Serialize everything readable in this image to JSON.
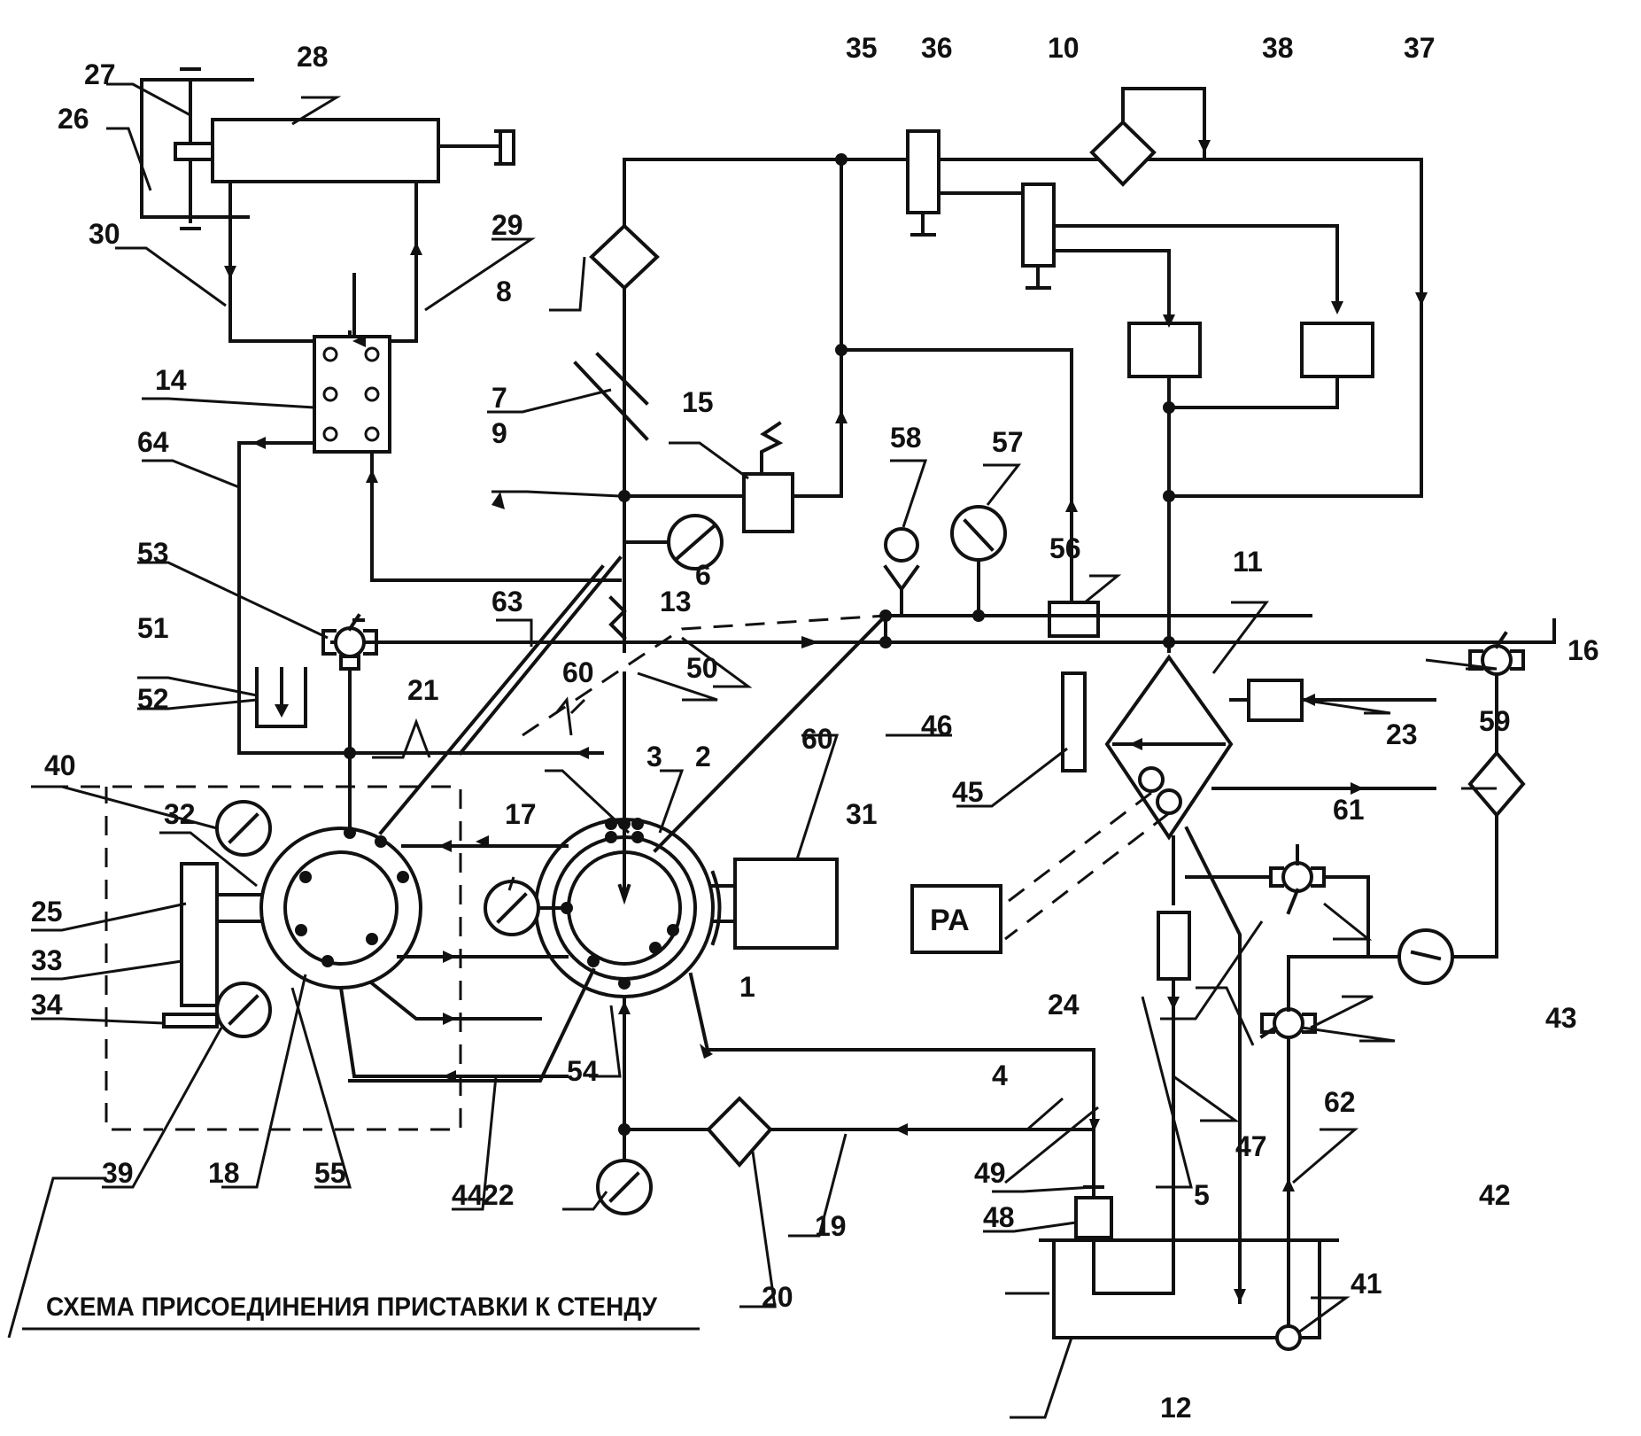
{
  "caption": "СХЕМА ПРИСОЕДИНЕНИЯ ПРИСТАВКИ  К СТЕНДУ",
  "instrument_label": "PA",
  "colors": {
    "line": "#111111",
    "background": "#ffffff"
  },
  "labels": [
    {
      "id": "1",
      "text": "1"
    },
    {
      "id": "2",
      "text": "2"
    },
    {
      "id": "3",
      "text": "3"
    },
    {
      "id": "4",
      "text": "4"
    },
    {
      "id": "5",
      "text": "5"
    },
    {
      "id": "6",
      "text": "6"
    },
    {
      "id": "7",
      "text": "7"
    },
    {
      "id": "8",
      "text": "8"
    },
    {
      "id": "9",
      "text": "9"
    },
    {
      "id": "10",
      "text": "10"
    },
    {
      "id": "11",
      "text": "11"
    },
    {
      "id": "12",
      "text": "12"
    },
    {
      "id": "13",
      "text": "13"
    },
    {
      "id": "14",
      "text": "14"
    },
    {
      "id": "15",
      "text": "15"
    },
    {
      "id": "16",
      "text": "16"
    },
    {
      "id": "17",
      "text": "17"
    },
    {
      "id": "18",
      "text": "18"
    },
    {
      "id": "19",
      "text": "19"
    },
    {
      "id": "20",
      "text": "20"
    },
    {
      "id": "21",
      "text": "21"
    },
    {
      "id": "22",
      "text": "22"
    },
    {
      "id": "23",
      "text": "23"
    },
    {
      "id": "24",
      "text": "24"
    },
    {
      "id": "25",
      "text": "25"
    },
    {
      "id": "26",
      "text": "26"
    },
    {
      "id": "27",
      "text": "27"
    },
    {
      "id": "28",
      "text": "28"
    },
    {
      "id": "29",
      "text": "29"
    },
    {
      "id": "30",
      "text": "30"
    },
    {
      "id": "31",
      "text": "31"
    },
    {
      "id": "32",
      "text": "32"
    },
    {
      "id": "33",
      "text": "33"
    },
    {
      "id": "34",
      "text": "34"
    },
    {
      "id": "35",
      "text": "35"
    },
    {
      "id": "36",
      "text": "36"
    },
    {
      "id": "37",
      "text": "37"
    },
    {
      "id": "38",
      "text": "38"
    },
    {
      "id": "39",
      "text": "39"
    },
    {
      "id": "40",
      "text": "40"
    },
    {
      "id": "41",
      "text": "41"
    },
    {
      "id": "42",
      "text": "42"
    },
    {
      "id": "43",
      "text": "43"
    },
    {
      "id": "44",
      "text": "44"
    },
    {
      "id": "45",
      "text": "45"
    },
    {
      "id": "46",
      "text": "46"
    },
    {
      "id": "47",
      "text": "47"
    },
    {
      "id": "48",
      "text": "48"
    },
    {
      "id": "49",
      "text": "49"
    },
    {
      "id": "50",
      "text": "50"
    },
    {
      "id": "51",
      "text": "51"
    },
    {
      "id": "52",
      "text": "52"
    },
    {
      "id": "53",
      "text": "53"
    },
    {
      "id": "54",
      "text": "54"
    },
    {
      "id": "55",
      "text": "55"
    },
    {
      "id": "56",
      "text": "56"
    },
    {
      "id": "57",
      "text": "57"
    },
    {
      "id": "58",
      "text": "58"
    },
    {
      "id": "59",
      "text": "59"
    },
    {
      "id": "60a",
      "text": "60"
    },
    {
      "id": "60b",
      "text": "60"
    },
    {
      "id": "61",
      "text": "61"
    },
    {
      "id": "62",
      "text": "62"
    },
    {
      "id": "63",
      "text": "63"
    },
    {
      "id": "64",
      "text": "64"
    }
  ]
}
